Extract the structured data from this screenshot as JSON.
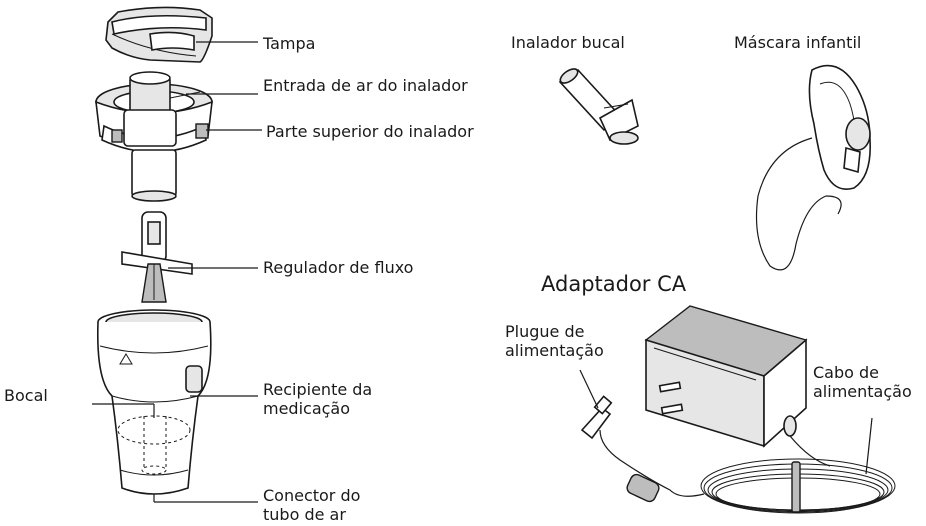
{
  "labels": {
    "tampa": "Tampa",
    "entrada_ar": "Entrada de ar do inalador",
    "parte_superior": "Parte superior do inalador",
    "regulador": "Regulador de fluxo",
    "recipiente": "Recipiente da\nmedicação",
    "bocal": "Bocal",
    "conector": "Conector do\ntubo de ar",
    "inalador_bucal": "Inalador bucal",
    "mascara_infantil": "Máscara infantil",
    "adaptador_ca": "Adaptador CA",
    "plugue": "Plugue de\nalimentação",
    "cabo": "Cabo de\nalimentação"
  }
}
